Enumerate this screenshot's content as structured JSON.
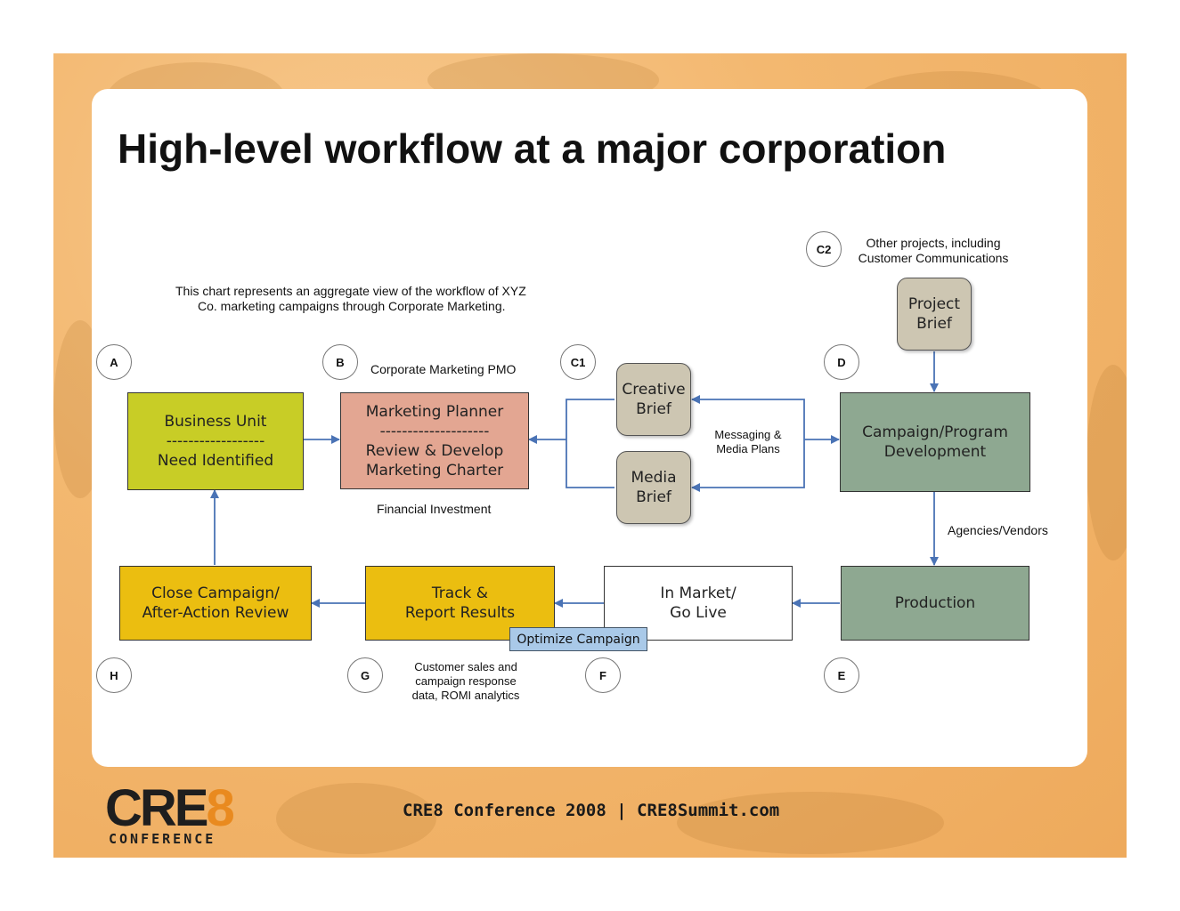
{
  "title": "High-level workflow at a major corporation",
  "description": [
    "This chart represents an aggregate view of the workflow of XYZ",
    "Co.  marketing campaigns through Corporate Marketing."
  ],
  "other_projects_note": [
    "Other projects, including",
    "Customer Communications"
  ],
  "markers": {
    "a": "A",
    "b": "B",
    "c1": "C1",
    "c2": "C2",
    "d": "D",
    "e": "E",
    "f": "F",
    "g": "G",
    "h": "H"
  },
  "boxes": {
    "business_unit": [
      "Business Unit",
      "------------------",
      "Need Identified"
    ],
    "marketing_planner": [
      "Marketing Planner",
      "--------------------",
      "Review & Develop",
      "Marketing Charter"
    ],
    "creative_brief": [
      "Creative",
      "Brief"
    ],
    "media_brief": [
      "Media",
      "Brief"
    ],
    "project_brief": [
      "Project",
      "Brief"
    ],
    "campaign_development": [
      "Campaign/Program",
      "Development"
    ],
    "production": "Production",
    "in_market": [
      "In Market/",
      "Go Live"
    ],
    "track_report": [
      "Track &",
      "Report Results"
    ],
    "close_campaign": [
      "Close Campaign/",
      "After-Action Review"
    ],
    "optimize": "Optimize Campaign"
  },
  "labels": {
    "pmo": "Corporate Marketing PMO",
    "financial": "Financial Investment",
    "messaging": [
      "Messaging &",
      "Media Plans"
    ],
    "agencies": "Agencies/Vendors",
    "customer_sales": [
      "Customer sales and",
      "campaign response",
      "data, ROMI analytics"
    ]
  },
  "colors": {
    "business_unit": "#c8cd26",
    "marketing_planner": "#e3a692",
    "campaign_development": "#8ea891",
    "production": "#8ea891",
    "close_campaign": "#ebbe10",
    "track_report": "#ebbe10",
    "brief": "#cdc6b2",
    "optimize": "#a9c9e8",
    "arrow": "#4a73b5",
    "logo_accent": "#e98a1f"
  },
  "footer": "CRE8 Conference 2008 | CRE8Summit.com",
  "logo": {
    "main": "CRE",
    "accent": "8",
    "sub": "CONFERENCE"
  }
}
